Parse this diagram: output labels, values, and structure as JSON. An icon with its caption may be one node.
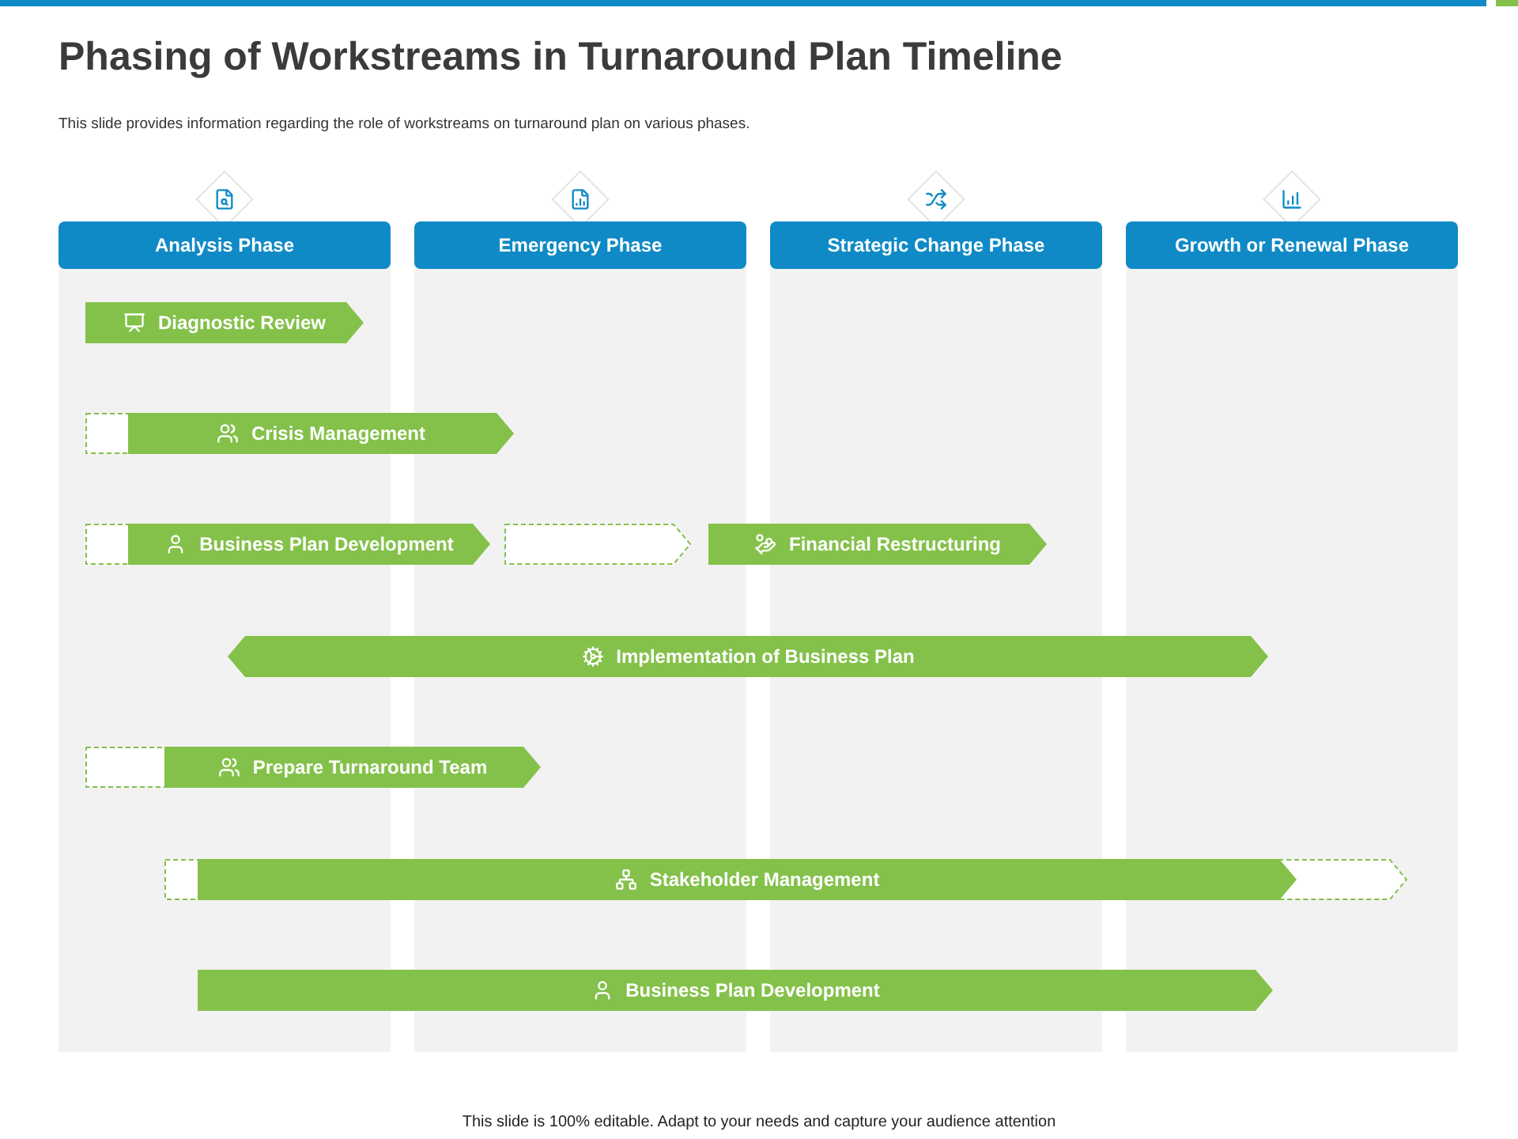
{
  "diagram": {
    "title": "Phasing of Workstreams in Turnaround Plan Timeline",
    "nodes": [
      {
        "text": [
          "Analysis Phase"
        ]
      },
      {
        "text": [
          "Emergency Phase"
        ]
      },
      {
        "text": [
          "Strategic Change Phase"
        ]
      },
      {
        "text": [
          "Growth or Renewal Phase"
        ]
      },
      {
        "text": [
          "Diagnostic Review"
        ]
      },
      {
        "text": [
          "Crisis Management"
        ]
      },
      {
        "text": [
          "Business Plan Development"
        ]
      },
      {
        "text": [],
        "shape": "arrow"
      },
      {
        "text": [
          "Financial Restructuring"
        ]
      },
      {
        "text": [
          "Implementation of Business Plan"
        ]
      },
      {
        "text": [
          "Prepare Turnaround Team"
        ]
      },
      {
        "text": [
          "Stakeholder Management"
        ]
      },
      {
        "text": [],
        "shape": "arrow"
      },
      {
        "text": [
          "Business Plan Development"
        ]
      }
    ],
    "labels": [
      "This slide provides information regarding the role of workstreams on turnaround plan on various phases.",
      "This slide is 100% editable. Adapt to your needs and capture your audience attention"
    ]
  }
}
